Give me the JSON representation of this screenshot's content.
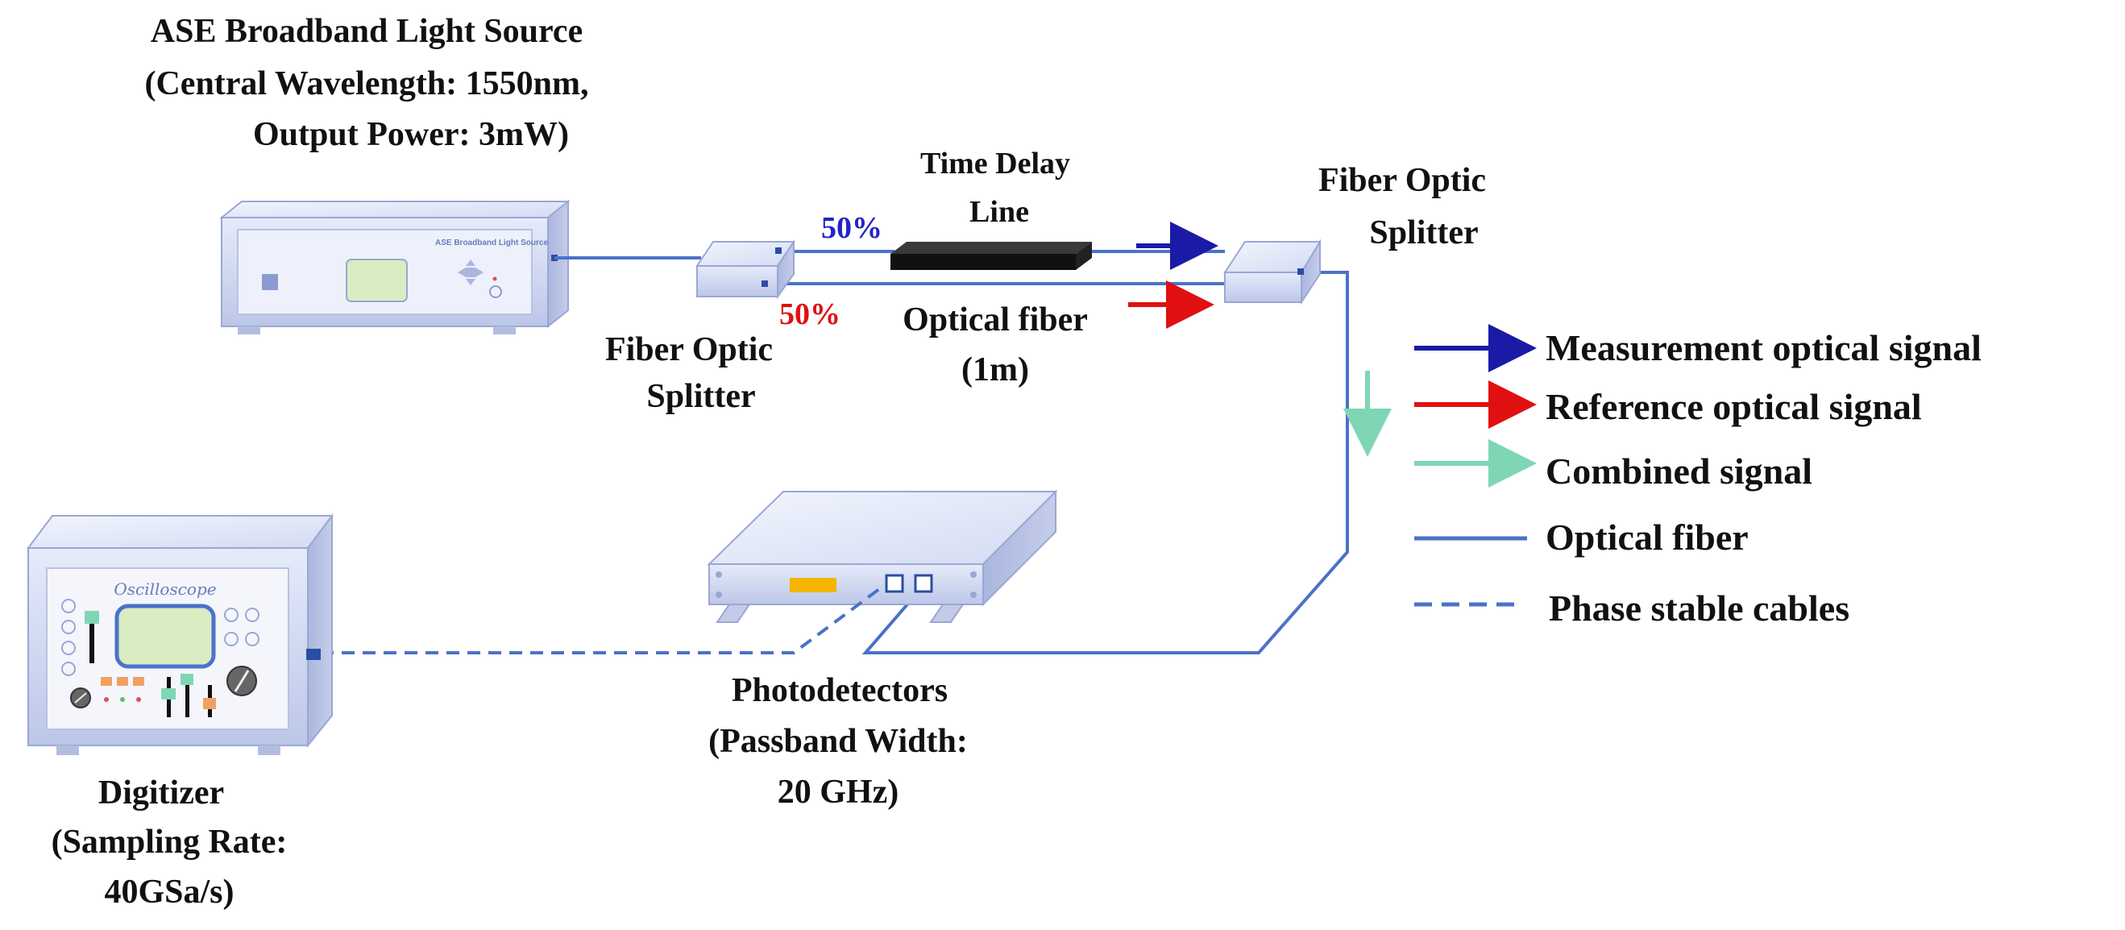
{
  "source": {
    "title_line1": "ASE Broadband Light Source",
    "title_line2": "(Central Wavelength: 1550nm,",
    "title_line3": "Output Power: 3mW)",
    "panel_text": "ASE Broadband Light Source"
  },
  "splitter_left": {
    "line1": "Fiber Optic",
    "line2": "Splitter"
  },
  "splitter_right": {
    "line1": "Fiber Optic",
    "line2": "Splitter"
  },
  "split_top": "50%",
  "split_bottom": "50%",
  "delay_line": {
    "line1": "Time Delay",
    "line2": "Line"
  },
  "ref_fiber": {
    "line1": "Optical fiber",
    "line2": "(1m)"
  },
  "photodetectors": {
    "line1": "Photodetectors",
    "line2": "(Passband Width:",
    "line3": "20 GHz)"
  },
  "digitizer": {
    "line1": "Digitizer",
    "line2": "(Sampling Rate:",
    "line3": "40GSa/s)",
    "panel_text": "Oscilloscope"
  },
  "legend": [
    {
      "label": "Measurement optical signal",
      "color": "#1a1aa6"
    },
    {
      "label": "Reference optical signal",
      "color": "#e01010"
    },
    {
      "label": "Combined signal",
      "color": "#7fd6b4"
    },
    {
      "label": "Optical fiber",
      "color": "#4a72c8"
    },
    {
      "label": "Phase stable cables",
      "color": "#4a72c8"
    }
  ],
  "colors": {
    "measurement": "#1a1aa6",
    "reference": "#e01010",
    "combined": "#7fd6b4",
    "fiber": "#4a72c8",
    "device": "#c9d2ee"
  }
}
